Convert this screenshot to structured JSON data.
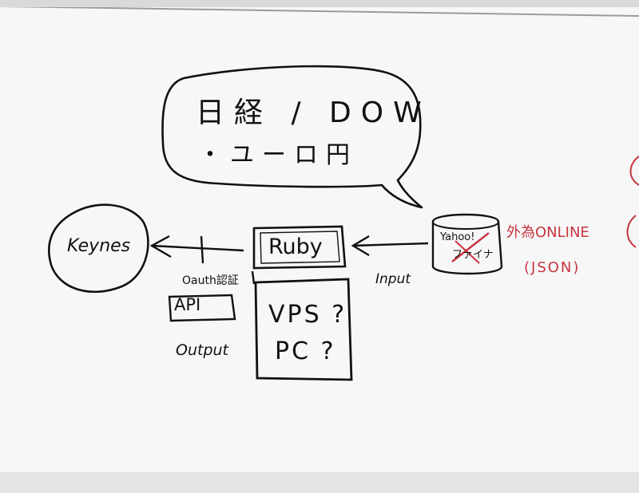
{
  "board": {
    "bubble_line1": "日経 / DOW",
    "bubble_line2": "・ユーロ円",
    "keynes": "Keynes",
    "ruby": "Ruby",
    "db_line1": "Yahoo!",
    "db_line2": "ファイナ",
    "input_label": "Input",
    "oauth_label": "Oauth認証",
    "api_label": "API",
    "output_label": "Output",
    "vps_label": "VPS ?",
    "pc_label": "PC ?",
    "online_label": "外為ONLINE",
    "json_label": "(JSON)"
  },
  "colors": {
    "ink": "#111111",
    "red_ink": "#c8343f",
    "board": "#f7f7f7"
  }
}
